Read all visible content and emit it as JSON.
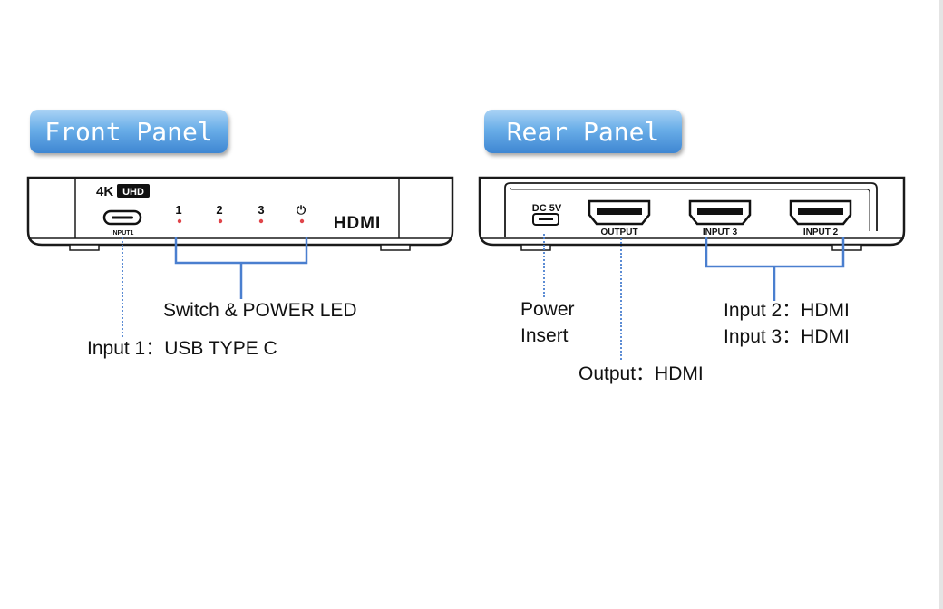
{
  "front": {
    "title": "Front Panel",
    "badge_4k": "4K",
    "badge_uhd": "UHD",
    "port_label": "INPUT1",
    "led_labels": [
      "1",
      "2",
      "3",
      "⏻"
    ],
    "brand": "HDMI",
    "callout_switch": "Switch & POWER LED",
    "callout_input1": "Input 1：USB TYPE C"
  },
  "rear": {
    "title": "Rear Panel",
    "dc_label": "DC 5V",
    "port_labels": [
      "OUTPUT",
      "INPUT 3",
      "INPUT 2"
    ],
    "callout_power_line1": "Power",
    "callout_power_line2": "Insert",
    "callout_output": "Output：HDMI",
    "callout_input2": "Input 2：HDMI",
    "callout_input3": "Input 3：HDMI"
  },
  "colors": {
    "badge_top": "#aad3f5",
    "badge_bottom": "#3e86d2",
    "callout_line": "#4a7fcf",
    "led": "#e0454a",
    "device_outline": "#1a1a1a"
  }
}
